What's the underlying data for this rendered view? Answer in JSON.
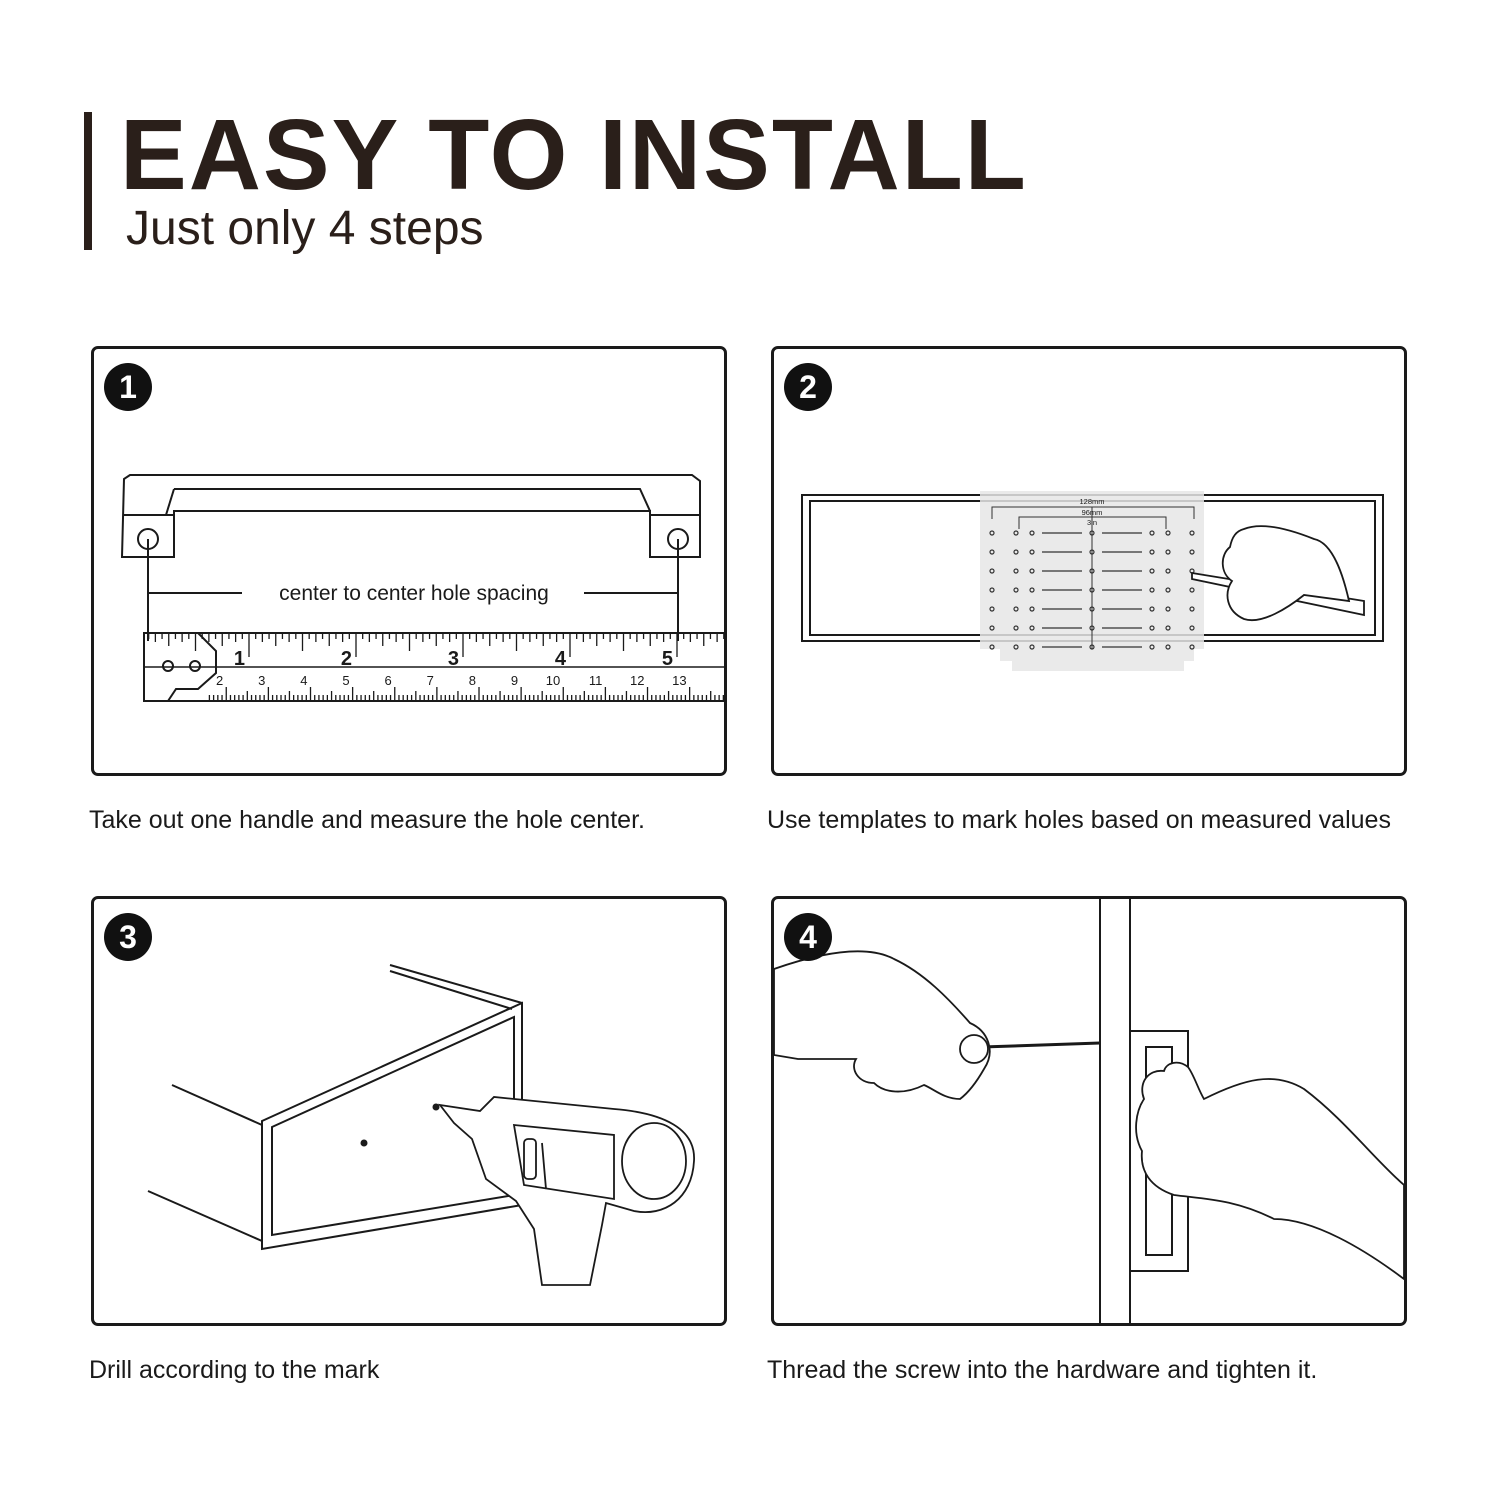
{
  "header": {
    "title": "EASY TO INSTALL",
    "subtitle": "Just only 4 steps"
  },
  "steps": [
    {
      "number": "1",
      "caption": "Take out one handle and measure the hole center.",
      "label": "center to center hole spacing",
      "ruler_inches": [
        "1",
        "2",
        "3",
        "4",
        "5"
      ],
      "ruler_cm": [
        "2",
        "3",
        "4",
        "5",
        "6",
        "7",
        "8",
        "9",
        "10",
        "11",
        "12",
        "13"
      ]
    },
    {
      "number": "2",
      "caption": "Use templates to mark holes based on measured values",
      "template_labels": [
        "128mm",
        "96mm",
        "3in"
      ]
    },
    {
      "number": "3",
      "caption": "Drill according to the mark"
    },
    {
      "number": "4",
      "caption": "Thread the screw into the hardware and tighten it."
    }
  ],
  "colors": {
    "text": "#2a1f1a",
    "badge": "#111111",
    "outline": "#1a1a1a"
  }
}
